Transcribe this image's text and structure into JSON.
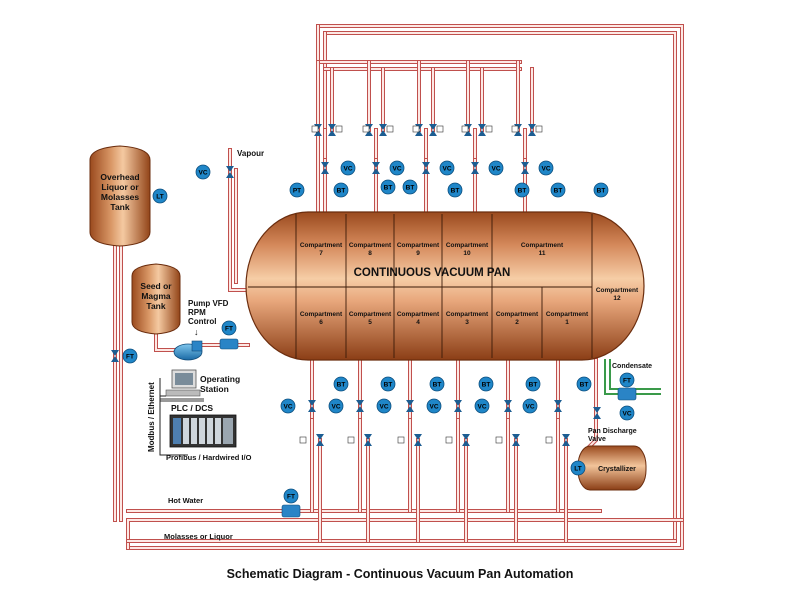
{
  "title": "Schematic Diagram - Continuous Vacuum Pan Automation",
  "vessel": {
    "title": "CONTINUOUS VACUUM PAN"
  },
  "compartments_top": [
    "Compartment\n7",
    "Compartment\n8",
    "Compartment\n9",
    "Compartment\n10",
    "Compartment\n11"
  ],
  "compartments_bottom": [
    "Compartment\n6",
    "Compartment\n5",
    "Compartment\n4",
    "Compartment\n3",
    "Compartment\n2",
    "Compartment\n1"
  ],
  "compartment_12": "Compartment\n12",
  "tanks": {
    "overhead": "Overhead\nLiquor or\nMolasses\nTank",
    "seed": "Seed or\nMagma\nTank",
    "crystallizer": "Crystallizer"
  },
  "labels": {
    "vapour": "Vapour",
    "pump_vfd": "Pump VFD\nRPM\nControl",
    "operating_station": "Operating\nStation",
    "plc": "PLC / DCS",
    "network": "Modbus / Ethernet",
    "profibus": "Profibus / Hardwired I/O",
    "hot_water": "Hot Water",
    "molasses": "Molasses or Liquor",
    "condensate": "Condensate",
    "pan_discharge": "Pan Discharge\nValve"
  },
  "instrument_tags": {
    "pt": "PT",
    "bt": "BT",
    "vc": "VC",
    "ft": "FT",
    "lt": "LT"
  },
  "colors": {
    "pipe": "#c0504d",
    "vessel_light": "#f3c49c",
    "vessel_dark": "#8b3e16",
    "instrument": "#1f86c8",
    "valve": "#1c5d92",
    "condensate": "#3a9a4a"
  }
}
